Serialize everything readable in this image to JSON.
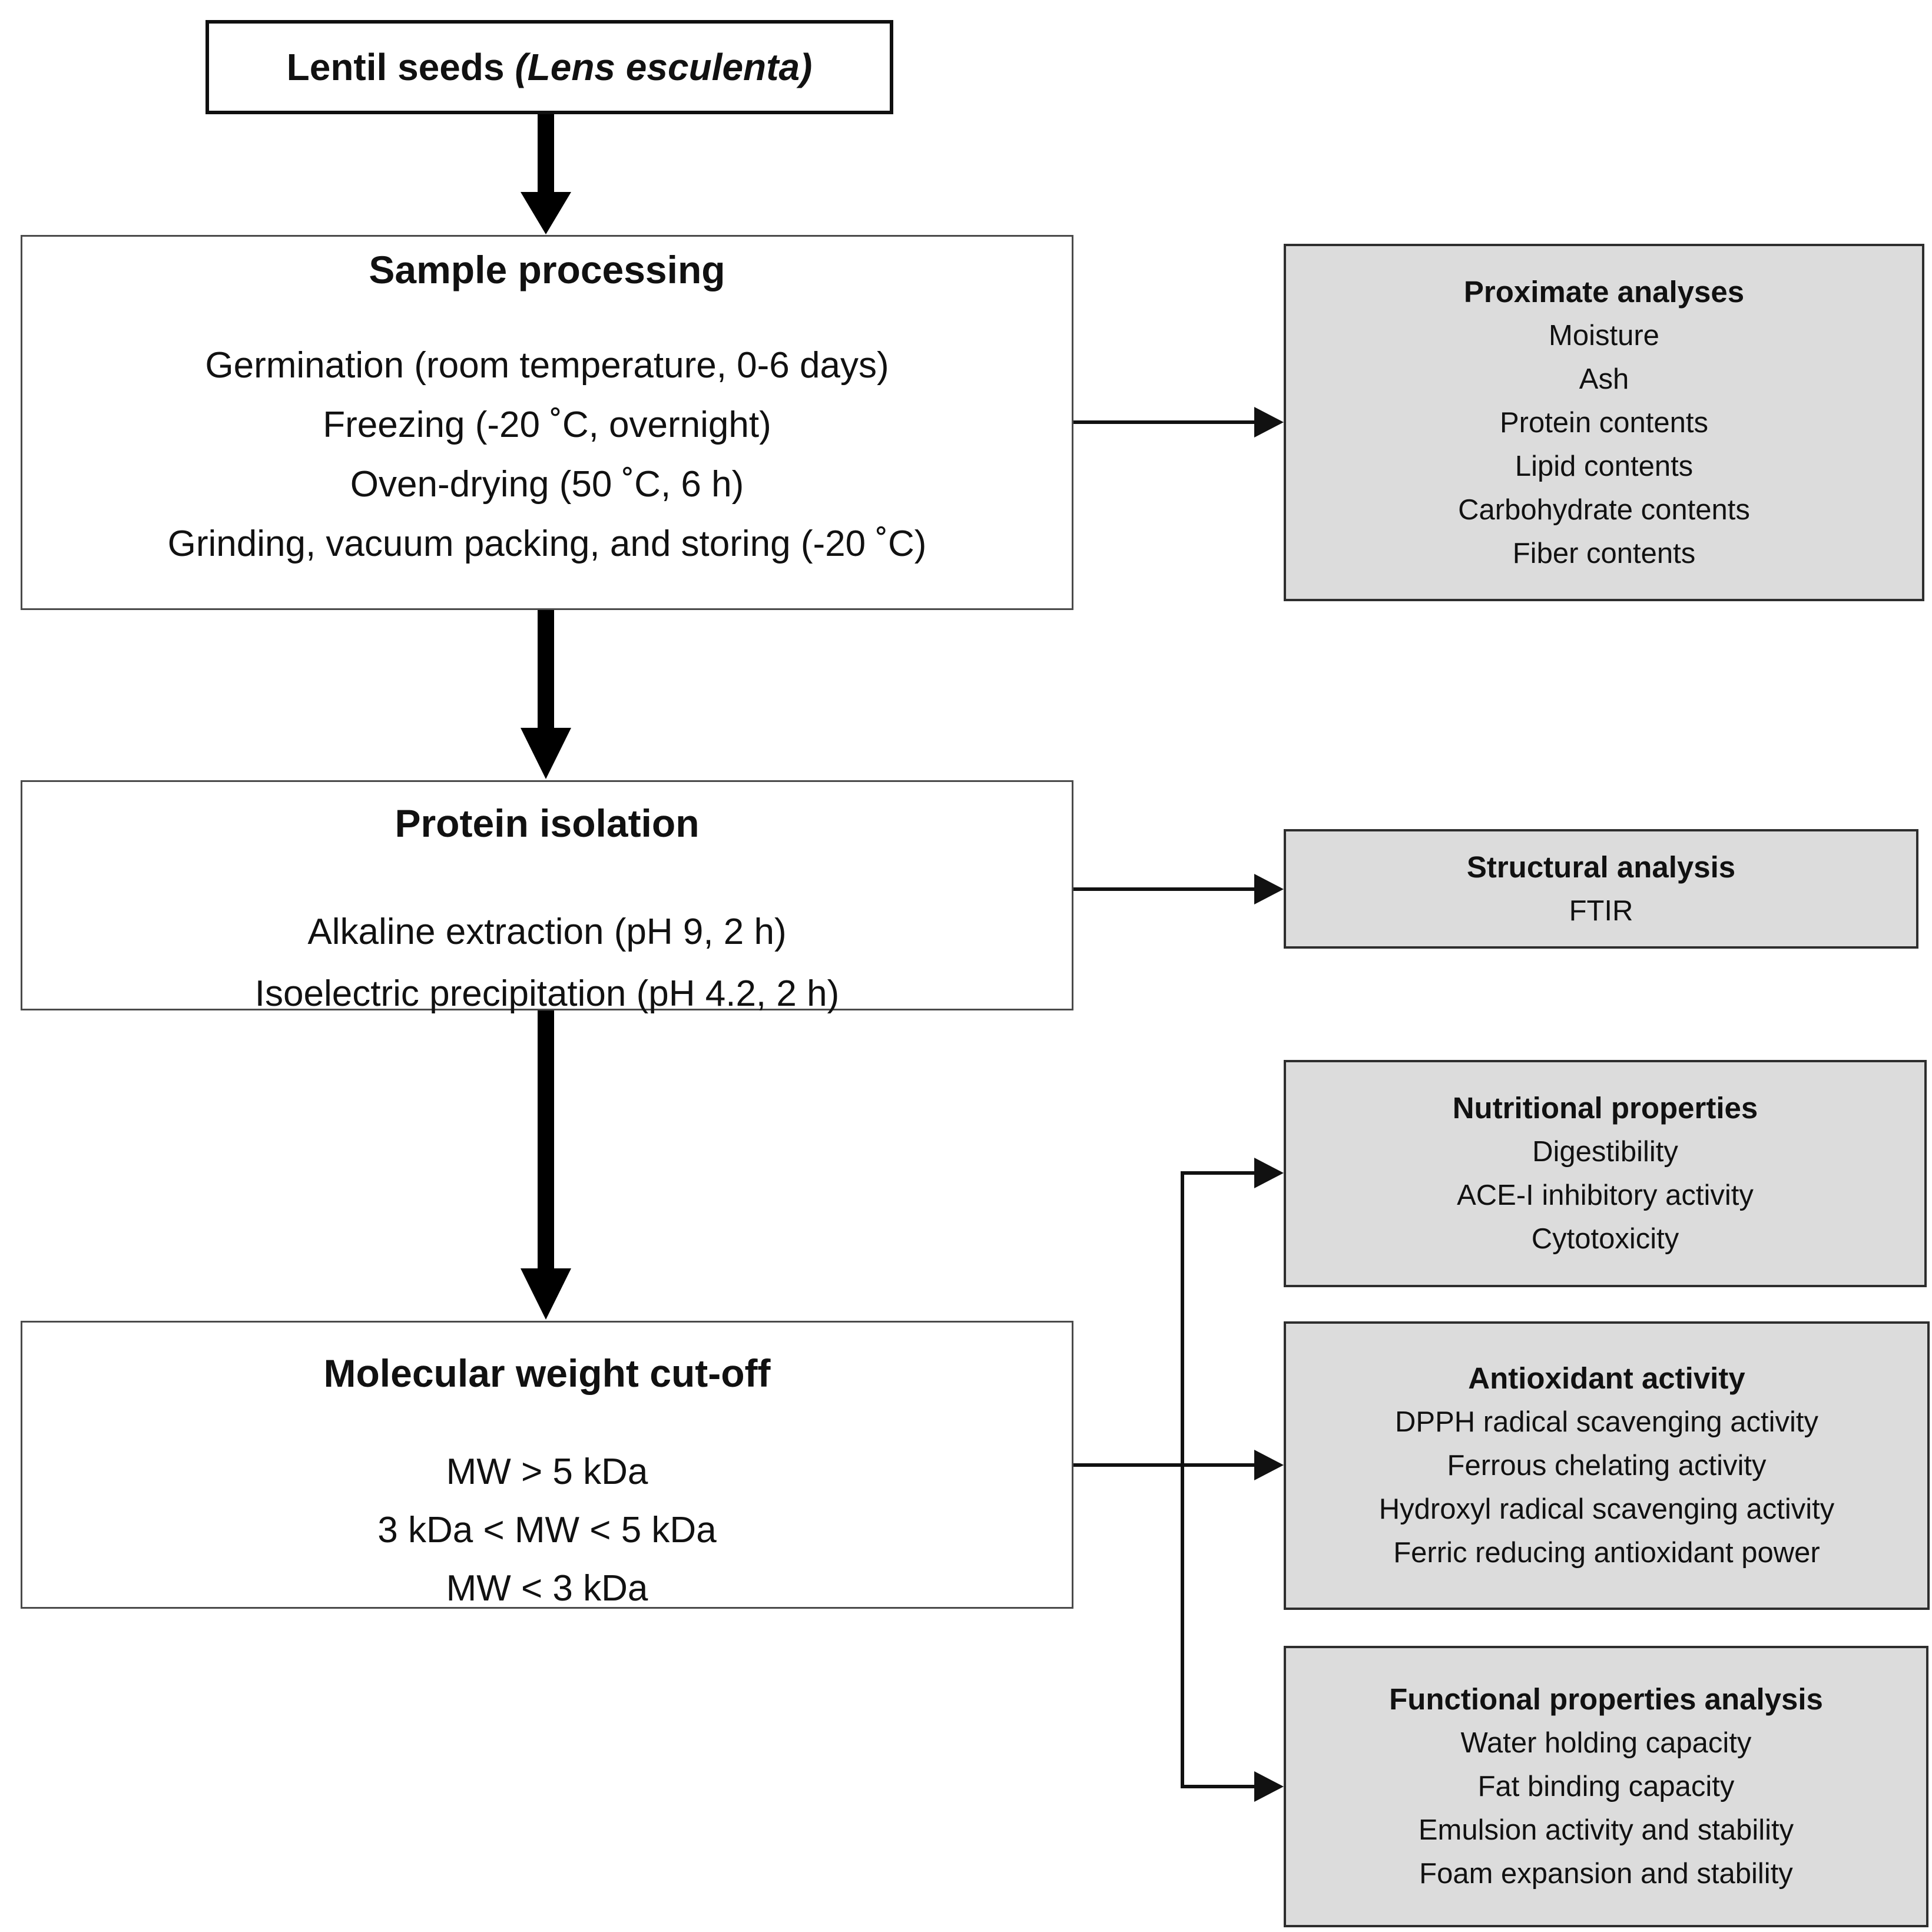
{
  "diagram": {
    "nodes": {
      "lentil_seeds": {
        "title_prefix": "Lentil seeds ",
        "title_species": "(Lens esculenta)"
      },
      "sample_processing": {
        "title": "Sample processing",
        "lines": [
          "Germination (room temperature, 0-6 days)",
          "Freezing (-20 ˚C, overnight)",
          "Oven-drying (50 ˚C, 6 h)",
          "Grinding, vacuum packing, and storing (-20 ˚C)"
        ]
      },
      "protein_isolation": {
        "title": "Protein isolation",
        "lines": [
          "Alkaline extraction (pH 9, 2 h)",
          "Isoelectric precipitation (pH 4.2, 2 h)"
        ]
      },
      "molecular_weight_cutoff": {
        "title": "Molecular weight cut-off",
        "lines": [
          "MW > 5 kDa",
          "3 kDa < MW < 5 kDa",
          "MW < 3 kDa"
        ]
      },
      "proximate_analyses": {
        "title": "Proximate analyses",
        "lines": [
          "Moisture",
          "Ash",
          "Protein contents",
          "Lipid contents",
          "Carbohydrate contents",
          "Fiber contents"
        ]
      },
      "structural_analysis": {
        "title": "Structural analysis",
        "lines": [
          "FTIR"
        ]
      },
      "nutritional_properties": {
        "title": "Nutritional properties",
        "lines": [
          "Digestibility",
          "ACE-I inhibitory activity",
          "Cytotoxicity"
        ]
      },
      "antioxidant_activity": {
        "title": "Antioxidant activity",
        "lines": [
          "DPPH radical scavenging activity",
          "Ferrous chelating activity",
          "Hydroxyl radical scavenging activity",
          "Ferric reducing antioxidant power"
        ]
      },
      "functional_properties": {
        "title": "Functional properties analysis",
        "lines": [
          "Water holding capacity",
          "Fat binding capacity",
          "Emulsion activity and stability",
          "Foam expansion and stability"
        ]
      }
    },
    "edges": [
      {
        "from": "lentil_seeds",
        "to": "sample_processing",
        "style": "thick-down"
      },
      {
        "from": "sample_processing",
        "to": "protein_isolation",
        "style": "thick-down"
      },
      {
        "from": "protein_isolation",
        "to": "molecular_weight_cutoff",
        "style": "thick-down"
      },
      {
        "from": "sample_processing",
        "to": "proximate_analyses",
        "style": "thin-right"
      },
      {
        "from": "protein_isolation",
        "to": "structural_analysis",
        "style": "thin-right"
      },
      {
        "from": "molecular_weight_cutoff",
        "to": "nutritional_properties",
        "style": "thin-branch"
      },
      {
        "from": "molecular_weight_cutoff",
        "to": "antioxidant_activity",
        "style": "thin-right"
      },
      {
        "from": "molecular_weight_cutoff",
        "to": "functional_properties",
        "style": "thin-branch"
      }
    ],
    "colors": {
      "gray_box_fill": "#dcdcdc",
      "white_box_fill": "#ffffff",
      "box_border": "#2e2e2e",
      "arrow": "#000000",
      "text": "#111111"
    }
  }
}
